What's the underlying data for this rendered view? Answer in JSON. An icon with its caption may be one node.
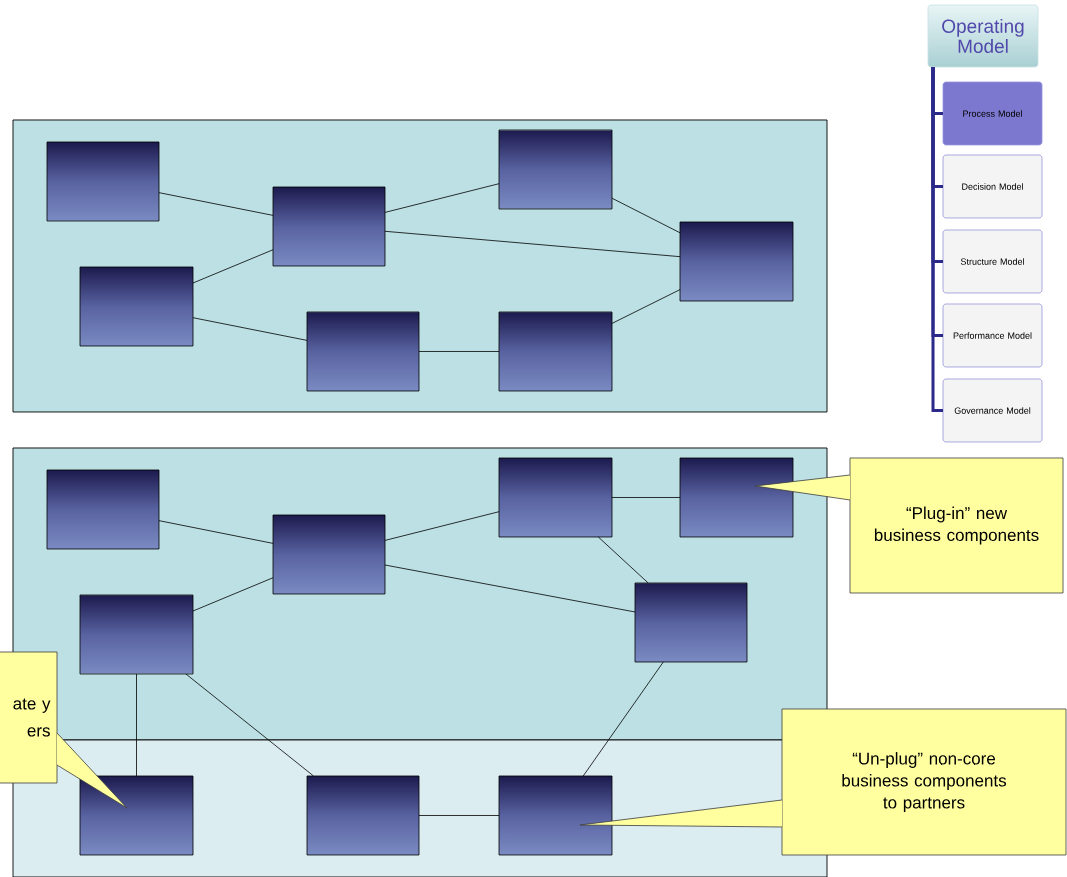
{
  "diagram": {
    "nodes": [
      {
        "text": [],
        "shape": "box"
      },
      {
        "text": [],
        "shape": "box",
        "in": 0
      },
      {
        "text": [],
        "shape": "box",
        "in": 0
      },
      {
        "text": [],
        "shape": "box",
        "in": 0
      },
      {
        "text": [],
        "shape": "box",
        "in": 0
      },
      {
        "text": [],
        "shape": "box",
        "in": 0
      },
      {
        "text": [],
        "shape": "box",
        "in": 0
      },
      {
        "text": [],
        "shape": "box",
        "in": 0
      },
      {
        "text": [],
        "shape": "box"
      },
      {
        "text": [],
        "shape": "box"
      },
      {
        "text": [],
        "shape": "box",
        "in": 8
      },
      {
        "text": [],
        "shape": "box",
        "in": 8
      },
      {
        "text": [],
        "shape": "box",
        "in": 8
      },
      {
        "text": [],
        "shape": "box",
        "in": 8
      },
      {
        "text": [],
        "shape": "box",
        "in": 8
      },
      {
        "text": [],
        "shape": "box",
        "in": 8
      },
      {
        "text": [],
        "shape": "box",
        "in": 9
      },
      {
        "text": [],
        "shape": "box",
        "in": 9
      },
      {
        "text": [],
        "shape": "box",
        "in": 9
      },
      {
        "text": [
          "“Plug-in” new business components"
        ]
      },
      {
        "text": [
          "ate y ers"
        ]
      },
      {
        "text": [
          "“Un-plug” non-core business components to partners"
        ]
      },
      {
        "text": [
          "Operating Model"
        ]
      },
      {
        "text": [
          "Process Model"
        ]
      },
      {
        "text": [
          "Decision Model"
        ]
      },
      {
        "text": [
          "Structure Model"
        ]
      },
      {
        "text": [
          "Performance Model"
        ]
      },
      {
        "text": [
          "Governance Model"
        ]
      }
    ],
    "edges": [
      {
        "from": 1,
        "to": 3,
        "arrow": "none"
      },
      {
        "from": 2,
        "to": 3,
        "arrow": "none"
      },
      {
        "from": 2,
        "to": 5,
        "arrow": "none"
      },
      {
        "from": 3,
        "to": 4,
        "arrow": "none"
      },
      {
        "from": 3,
        "to": 7,
        "arrow": "none"
      },
      {
        "from": 4,
        "to": 7,
        "arrow": "none"
      },
      {
        "from": 5,
        "to": 6,
        "arrow": "none"
      },
      {
        "from": 6,
        "to": 7,
        "arrow": "none"
      },
      {
        "from": 10,
        "to": 12,
        "arrow": "none"
      },
      {
        "from": 11,
        "to": 12,
        "arrow": "none"
      },
      {
        "from": 12,
        "to": 13,
        "arrow": "none"
      },
      {
        "from": 12,
        "to": 15,
        "arrow": "none"
      },
      {
        "from": 13,
        "to": 14,
        "arrow": "none"
      },
      {
        "from": 13,
        "to": 15,
        "arrow": "none"
      },
      {
        "from": 11,
        "to": 16,
        "arrow": "none"
      },
      {
        "from": 11,
        "to": 17,
        "arrow": "none"
      },
      {
        "from": 17,
        "to": 18,
        "arrow": "none"
      },
      {
        "from": 15,
        "to": 18,
        "arrow": "none"
      },
      {
        "from": 19,
        "to": 14,
        "arrow": "none"
      },
      {
        "from": 20,
        "to": 16,
        "arrow": "none"
      },
      {
        "from": 21,
        "to": 18,
        "arrow": "none"
      },
      {
        "from": 22,
        "to": 23,
        "arrow": "none",
        "style": "thick",
        "color": "#2b2a8a"
      },
      {
        "from": 22,
        "to": 24,
        "arrow": "none",
        "style": "thick",
        "color": "#2b2a8a"
      },
      {
        "from": 22,
        "to": 25,
        "arrow": "none",
        "style": "thick",
        "color": "#2b2a8a"
      },
      {
        "from": 22,
        "to": 26,
        "arrow": "none",
        "style": "thick",
        "color": "#2b2a8a"
      },
      {
        "from": 22,
        "to": 27,
        "arrow": "none",
        "style": "thick",
        "color": "#2b2a8a"
      }
    ]
  }
}
